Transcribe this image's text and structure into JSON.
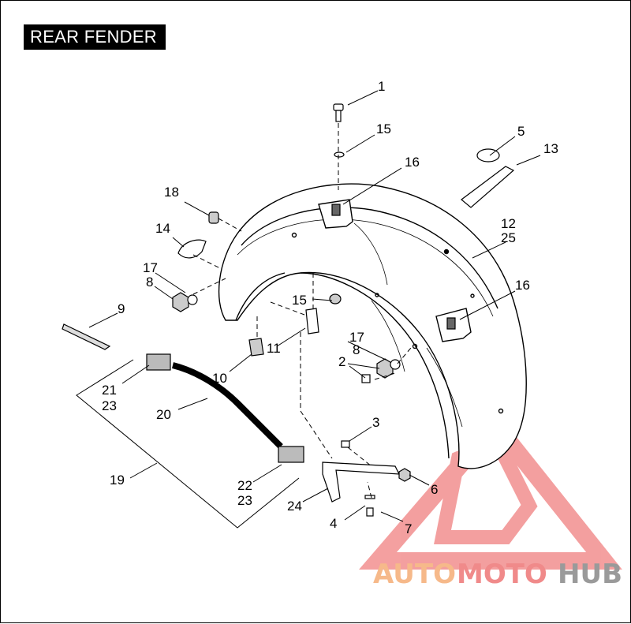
{
  "title": "REAR FENDER",
  "callouts": [
    "1",
    "2",
    "3",
    "4",
    "5",
    "6",
    "7",
    "8",
    "8",
    "9",
    "10",
    "11",
    "12",
    "25",
    "13",
    "14",
    "15",
    "15",
    "16",
    "16",
    "17",
    "17",
    "18",
    "19",
    "20",
    "21",
    "23",
    "22",
    "23",
    "24"
  ],
  "watermark": {
    "part1": "AUTO",
    "part2": "MOTO",
    "part3": "HUB",
    "color1": "#f6b98a",
    "color2": "#f08a8a",
    "color3": "#9a9a9a",
    "logo_color": "#f08080"
  }
}
